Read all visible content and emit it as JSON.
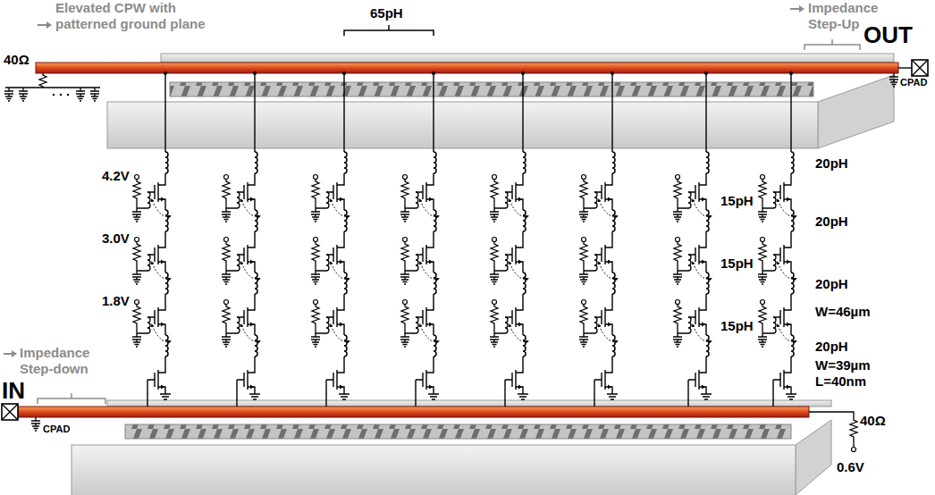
{
  "diagram": {
    "labels": [
      "Elevated CPW with patterned ground plane",
      "65pH",
      "Impedance Step-Up",
      "OUT",
      "40Ω",
      "CPAD",
      "20pH",
      "4.2V",
      "15pH",
      "20pH",
      "3.0V",
      "15pH",
      "20pH",
      "W=46µm",
      "1.8V",
      "15pH",
      "20pH",
      "W=39µm",
      "L=40nm",
      "Impedance Step-down",
      "IN",
      "CPAD",
      "40Ω",
      "0.6V"
    ]
  }
}
